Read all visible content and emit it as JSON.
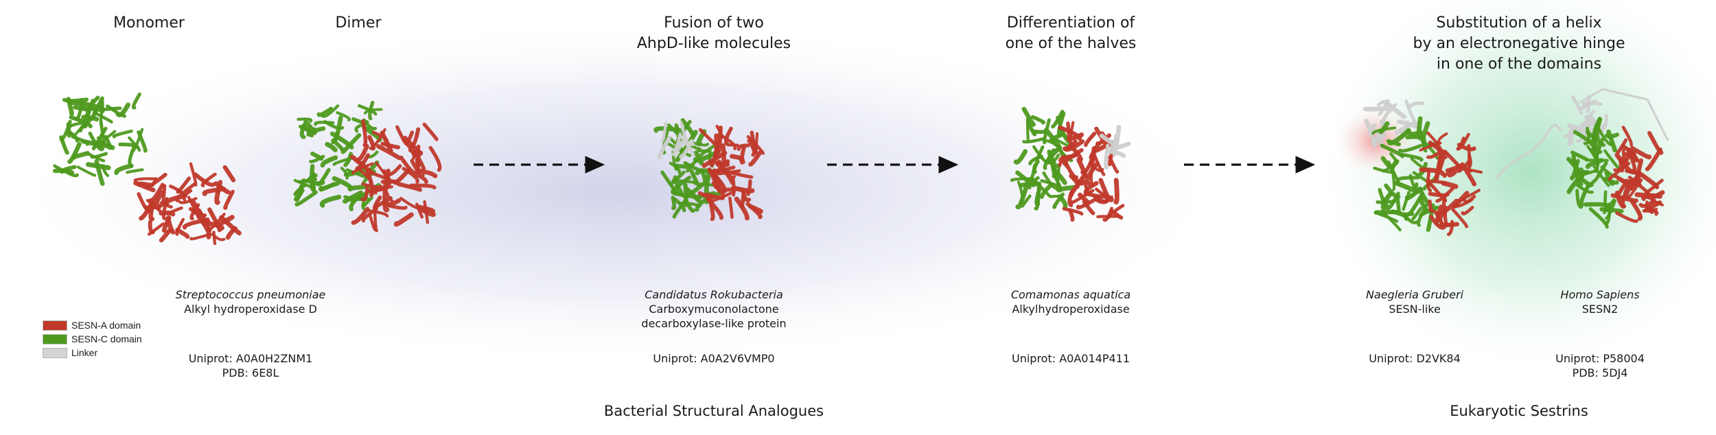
{
  "titles": {
    "monomer": "Monomer",
    "dimer": "Dimer",
    "fusion": [
      "Fusion of two",
      "AhpD-like molecules"
    ],
    "differentiation": [
      "Differentiation of",
      "one of the halves"
    ],
    "substitution": [
      "Substitution of a helix",
      "by an electronegative hinge",
      "in one of the domains"
    ]
  },
  "organisms": [
    {
      "species": "Streptococcus pneumoniae",
      "protein": [
        "Alkyl hydroperoxidase D"
      ],
      "ids": [
        "Uniprot: A0A0H2ZNM1",
        "PDB: 6E8L"
      ]
    },
    {
      "species": "Candidatus Rokubacteria",
      "protein": [
        "Carboxymuconolactone",
        "decarboxylase-like protein"
      ],
      "ids": [
        "Uniprot: A0A2V6VMP0"
      ]
    },
    {
      "species": "Comamonas aquatica",
      "protein": [
        "Alkylhydroperoxidase"
      ],
      "ids": [
        "Uniprot: A0A014P411"
      ]
    },
    {
      "species": "Naegleria Gruberi",
      "protein": [
        "SESN-like"
      ],
      "ids": [
        "Uniprot: D2VK84"
      ]
    },
    {
      "species": "Homo Sapiens",
      "protein": [
        "SESN2"
      ],
      "ids": [
        "Uniprot: P58004",
        "PDB: 5DJ4"
      ]
    }
  ],
  "groups": {
    "bacterial": "Bacterial Structural Analogues",
    "eukaryotic": "Eukaryotic Sestrins"
  },
  "legend": [
    {
      "label": "SESN-A domain",
      "color": "#c0392b"
    },
    {
      "label": "SESN-C domain",
      "color": "#4e9a1f"
    },
    {
      "label": "Linker",
      "color": "#d3d3d3"
    }
  ],
  "colors": {
    "sesn_a": "#c0392b",
    "sesn_c": "#4e9a1f",
    "linker": "#cfcfcf",
    "bacterial_glow": "#c9cbe6",
    "eukaryotic_glow": "#bfe8cf",
    "hinge_glow": "#f0a0a0"
  },
  "icons": [
    "protein-structure-icon",
    "dashed-arrow-icon"
  ]
}
